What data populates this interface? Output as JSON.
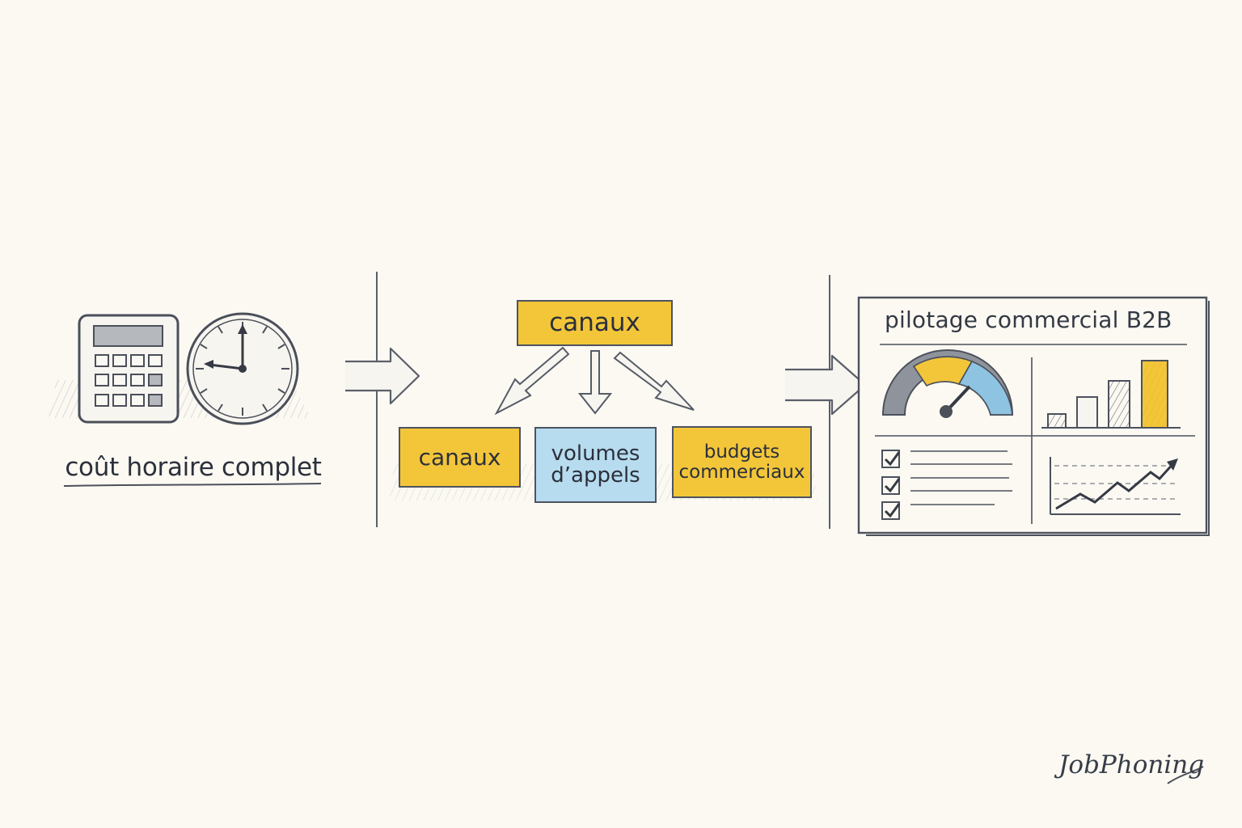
{
  "diagram": {
    "left_section": {
      "label": "coût horaire complet",
      "icons": [
        "calculator-icon",
        "clock-icon"
      ]
    },
    "middle_section": {
      "top_box": "canaux",
      "bottom_boxes": [
        {
          "lines": [
            "canaux"
          ],
          "color": "#f3c63a"
        },
        {
          "lines": [
            "volumes",
            "d’appels"
          ],
          "color": "#b7dbef"
        },
        {
          "lines": [
            "budgets",
            "commerciaux"
          ],
          "color": "#f3c63a"
        }
      ]
    },
    "right_section": {
      "title": "pilotage commercial B2B",
      "widgets": [
        "gauge-icon",
        "bar-chart-icon",
        "checklist-icon",
        "line-chart-icon"
      ]
    },
    "brand": "JobPhoning",
    "colors": {
      "background": "#fbf9f2",
      "yellow": "#f3c63a",
      "blue": "#b7dbef",
      "ink": "#4d5360"
    }
  }
}
